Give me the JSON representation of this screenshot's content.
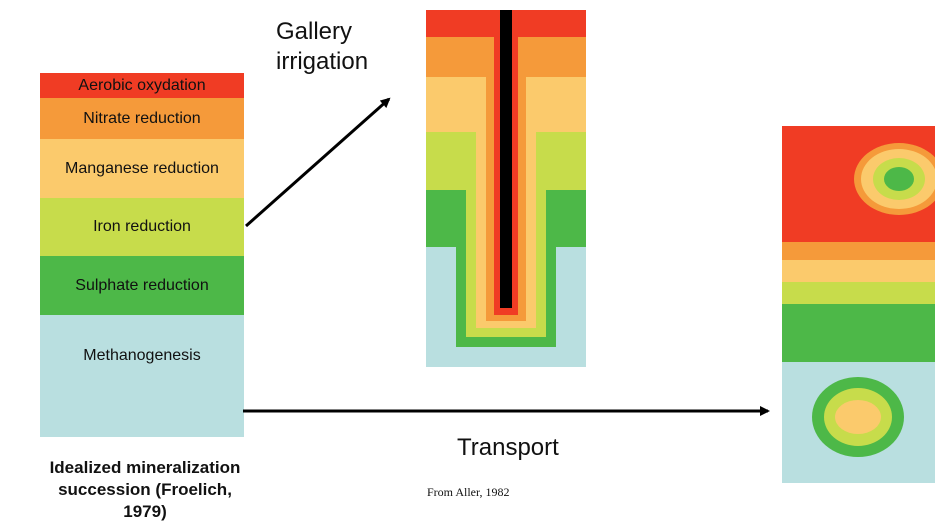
{
  "colors": {
    "aerobic": "#f03c24",
    "nitrate": "#f59a3a",
    "manganese": "#fbca6c",
    "iron": "#c7dc4b",
    "sulphate": "#4db848",
    "methanogenesis": "#b9dfe0",
    "gallery": "#000000"
  },
  "layers": [
    {
      "key": "aerobic",
      "label": "Aerobic oxydation"
    },
    {
      "key": "nitrate",
      "label": "Nitrate reduction"
    },
    {
      "key": "manganese",
      "label": "Manganese reduction"
    },
    {
      "key": "iron",
      "label": "Iron reduction"
    },
    {
      "key": "sulphate",
      "label": "Sulphate reduction"
    },
    {
      "key": "methanogenesis",
      "label": "Methanogenesis"
    }
  ],
  "labels": {
    "gallery_line1": "Gallery",
    "gallery_line2": "irrigation",
    "transport": "Transport",
    "caption_line1": "Idealized mineralization",
    "caption_line2": "succession (Froelich,",
    "caption_line3": "1979)",
    "source": "From Aller, 1982"
  }
}
